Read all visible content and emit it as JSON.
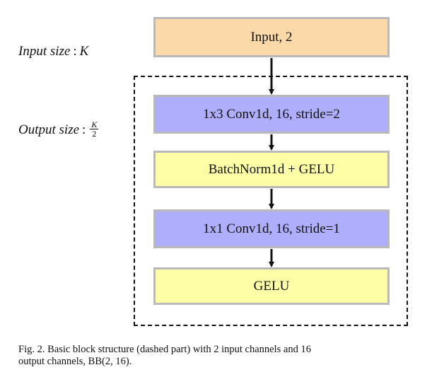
{
  "figure": {
    "input_size_label": "Input size",
    "input_size_value": "K",
    "output_size_label": "Output size",
    "output_size_numerator": "K",
    "output_size_denominator": "2",
    "separator": ":",
    "nodes": {
      "input": "Input, 2",
      "conv3": "1x3 Conv1d, 16, stride=2",
      "batchnorm": "BatchNorm1d + GELU",
      "conv1": "1x1 Conv1d, 16, stride=1",
      "gelu": "GELU"
    },
    "colors": {
      "input_fill": "#fcd9a8",
      "conv_fill": "#aeaefc",
      "activation_fill": "#fefea6",
      "box_border": "#b9b9b9"
    }
  },
  "caption": {
    "line1": "Fig. 2.  Basic block structure (dashed part) with 2 input channels and 16",
    "line2": "output channels, BB(2, 16)."
  }
}
